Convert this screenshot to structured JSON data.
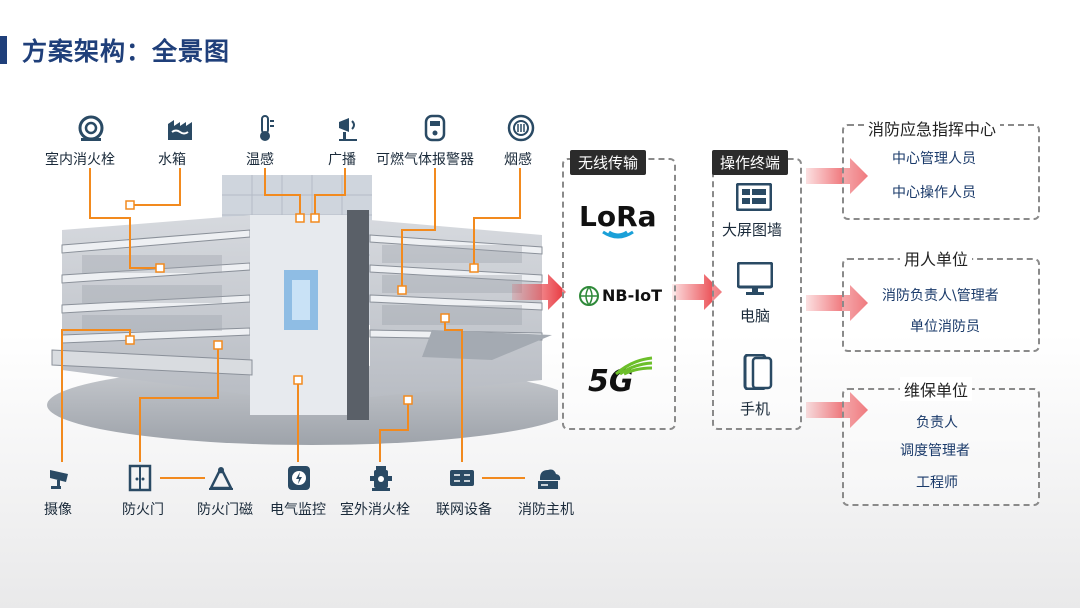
{
  "slide": {
    "title": "方案架构：全景图"
  },
  "top_devices": [
    {
      "label": "室内消火栓",
      "icon": "hose-reel-icon"
    },
    {
      "label": "水箱",
      "icon": "water-tank-icon"
    },
    {
      "label": "温感",
      "icon": "thermometer-icon"
    },
    {
      "label": "广播",
      "icon": "broadcast-icon"
    },
    {
      "label": "可燃气体报警器",
      "icon": "gas-detector-icon"
    },
    {
      "label": "烟感",
      "icon": "smoke-detector-icon"
    }
  ],
  "bottom_devices": [
    {
      "label": "摄像",
      "icon": "camera-icon"
    },
    {
      "label": "防火门",
      "icon": "fire-door-icon"
    },
    {
      "label": "防火门磁",
      "icon": "door-magnet-icon"
    },
    {
      "label": "电气监控",
      "icon": "electrical-monitor-icon"
    },
    {
      "label": "室外消火栓",
      "icon": "hydrant-icon"
    },
    {
      "label": "联网设备",
      "icon": "network-device-icon"
    },
    {
      "label": "消防主机",
      "icon": "fire-host-icon"
    }
  ],
  "wireless": {
    "title": "无线传输",
    "lora": "LoRa",
    "nbiot": "NB-IoT",
    "g5": "5G"
  },
  "terminal": {
    "title": "操作终端",
    "items": [
      {
        "label": "大屏图墙",
        "icon": "video-wall-icon"
      },
      {
        "label": "电脑",
        "icon": "monitor-icon"
      },
      {
        "label": "手机",
        "icon": "phone-icon"
      }
    ]
  },
  "groups": [
    {
      "title": "消防应急指挥中心",
      "members": [
        "中心管理人员",
        "中心操作人员"
      ]
    },
    {
      "title": "用人单位",
      "members": [
        "消防负责人\\管理者",
        "单位消防员"
      ]
    },
    {
      "title": "维保单位",
      "members": [
        "负责人",
        "调度管理者",
        "工程师"
      ]
    }
  ],
  "colors": {
    "title": "#1f3f7a",
    "connector": "#f28a1e",
    "arrow": "#e8333a",
    "icon": "#2a4a64"
  }
}
